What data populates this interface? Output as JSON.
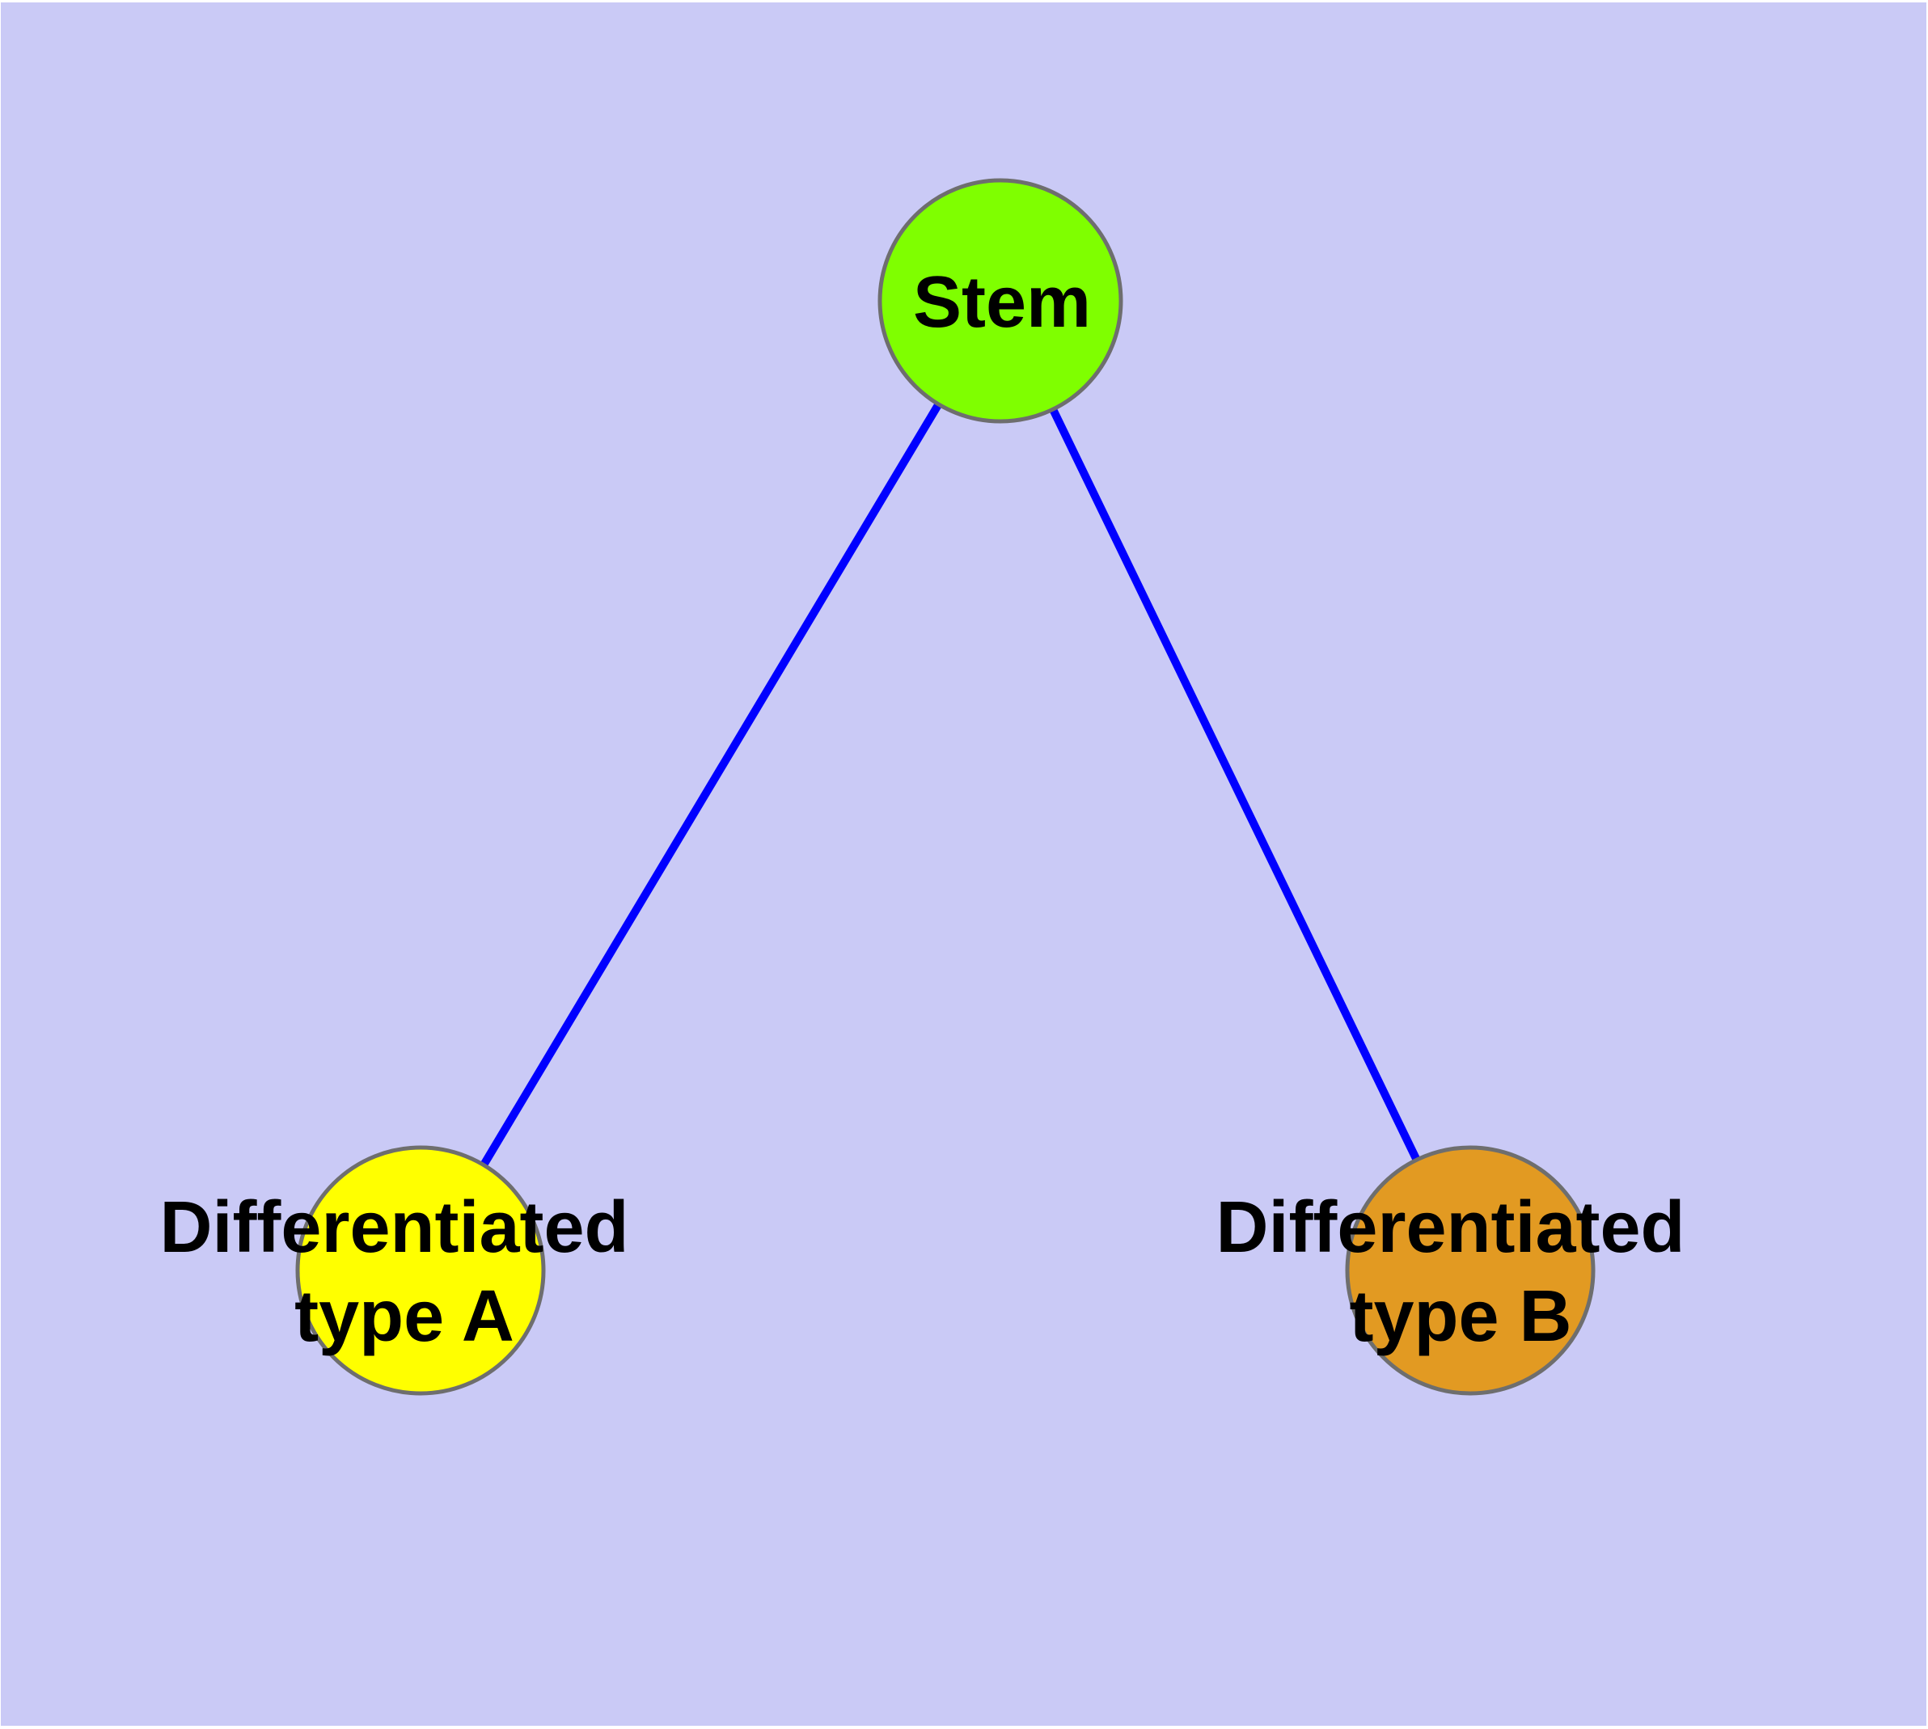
{
  "canvas": {
    "background_color": "#CACAF6",
    "frame_color": "#FFFFFF"
  },
  "styles": {
    "edge_color": "#0000FF",
    "node_border_color": "#6E6E6E",
    "label_color": "#000000"
  },
  "nodes": {
    "stem": {
      "label": "Stem",
      "fill": "#7FFF00"
    },
    "type_a": {
      "label_line1": "Differentiated",
      "label_line2": "type A",
      "fill": "#FFFF00"
    },
    "type_b": {
      "label_line1": "Differentiated",
      "label_line2": "type B",
      "fill": "#E29A22"
    }
  },
  "edges": [
    {
      "name": "stem-to-type-a",
      "from": "Stem",
      "to": "Differentiated type A"
    },
    {
      "name": "stem-to-type-b",
      "from": "Stem",
      "to": "Differentiated type B"
    }
  ]
}
